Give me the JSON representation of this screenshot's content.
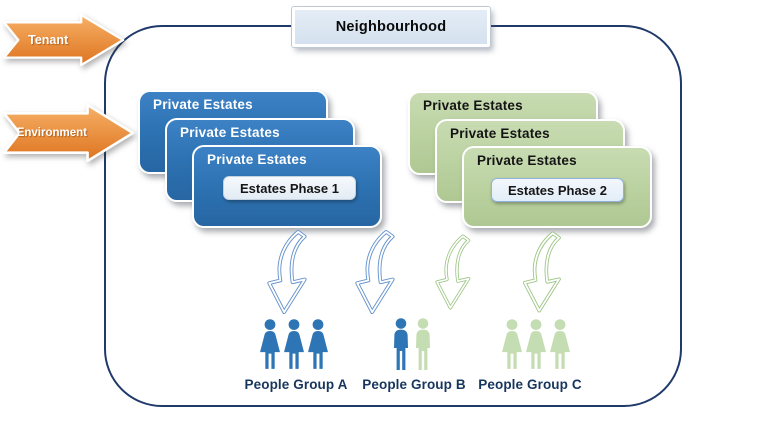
{
  "title": "Neighbourhood",
  "inputs": {
    "tenant": "Tenant",
    "environment": "Environment"
  },
  "stacks": {
    "blue": {
      "cards": [
        "Private Estates",
        "Private Estates",
        "Private Estates"
      ],
      "button": "Estates Phase 1"
    },
    "green": {
      "cards": [
        "Private Estates",
        "Private Estates",
        "Private Estates"
      ],
      "button": "Estates Phase 2"
    }
  },
  "groups": [
    {
      "label": "People Group A"
    },
    {
      "label": "People Group B"
    },
    {
      "label": "People Group C"
    }
  ],
  "colors": {
    "boundary_navy": "#1F3968",
    "card_blue": "#2E75B6",
    "card_green": "#BBD2A1",
    "arrow_orange": "#E8802D",
    "title_panel": "#DCE6F1",
    "people_blue": "#2E75B6",
    "people_green": "#C5DDB2",
    "flow_arrow_blue": "#6493CC",
    "flow_arrow_green": "#9CC583",
    "label_navy": "#17365D"
  }
}
